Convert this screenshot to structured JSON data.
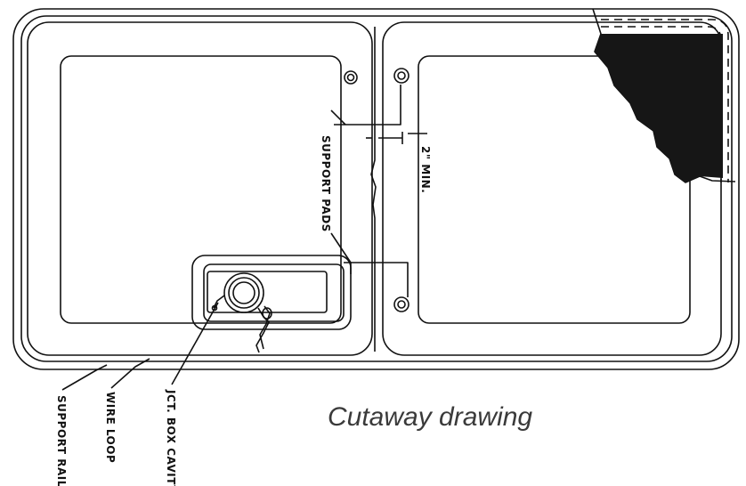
{
  "diagram": {
    "labels": {
      "support_pads": "SUPPORT PADS",
      "dimension": "2\" MIN.",
      "support_rail": "SUPPORT RAIL",
      "wire_loop": "WIRE LOOP",
      "jct_box_cavity": "JCT. BOX CAVITY"
    },
    "caption": "Cutaway drawing"
  }
}
